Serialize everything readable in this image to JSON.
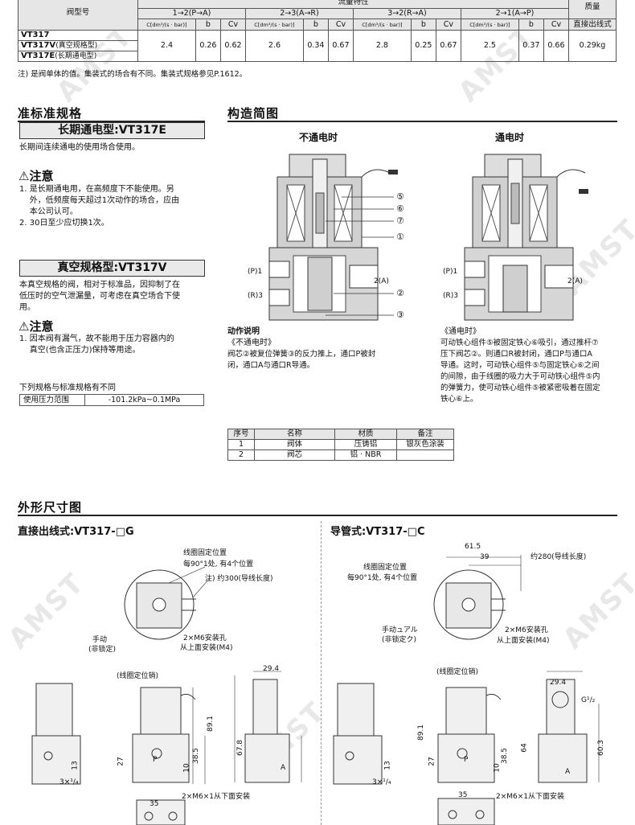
{
  "spec_table": {
    "model_header": "阀型号",
    "flow_header": "流量特性",
    "mass_header": "质量",
    "direction_groups": [
      "1→2(P→A)",
      "2→3(A→R)",
      "3→2(R→A)",
      "2→1(A→P)"
    ],
    "sub_headers": [
      "C[dm³/(s · bar)]",
      "b",
      "Cv"
    ],
    "mass_sub_header": "直接出线式",
    "models": [
      {
        "name": "VT317",
        "note": ""
      },
      {
        "name": "VT317V",
        "note": "(真空规格型)"
      },
      {
        "name": "VT317E",
        "note": "(长期通电型)"
      }
    ],
    "values": [
      "2.4",
      "0.26",
      "0.62",
      "2.6",
      "0.34",
      "0.67",
      "2.8",
      "0.25",
      "0.67",
      "2.5",
      "0.37",
      "0.66"
    ],
    "mass": "0.29kg",
    "note": "注) 是阀单体的值。集装式的场合有不同。集装式规格参见P.1612。"
  },
  "standard_spec": {
    "title": "准标准规格",
    "e_type": {
      "title": "长期通电型:VT317E",
      "desc": "长期间连续通电的使用场合使用。",
      "caution_title": "注意",
      "cautions": [
        "1. 是长期通电用，在高频度下不能使用。另",
        "    外，低频度每天超过1次动作的场合，应由",
        "    本公司认可。",
        "2. 30日至少应切换1次。"
      ]
    },
    "v_type": {
      "title": "真空规格型:VT317V",
      "desc": [
        "本真空规格的阀，相对于标准品，因抑制了在",
        "低压时的空气泄漏量，可考虑在真空场合下使",
        "用。"
      ],
      "caution_title": "注意",
      "cautions": [
        "1. 因本阀有漏气，故不能用于压力容器内的",
        "    真空(也含正压力)保持等用途。"
      ]
    },
    "pressure_note": "下列规格与标准规格有不同",
    "pressure_label": "使用压力范围",
    "pressure_value": "-101.2kPa~0.1MPa"
  },
  "construction": {
    "title": "构造简图",
    "left_title": "不通电时",
    "right_title": "通电时",
    "callouts": [
      "⑤",
      "⑥",
      "⑦",
      "①",
      "②",
      "③"
    ],
    "port_labels": [
      "(P)1",
      "(R)3",
      "2(A)"
    ],
    "action_title": "动作说明",
    "off_title": "《不通电时》",
    "off_text": [
      "阀芯②被复位弹簧③的反力推上，通口P被封",
      "闭，通口A与通口R导通。"
    ],
    "on_title": "《通电时》",
    "on_text": [
      "可动铁心组件⑤被固定铁心⑥吸引，通过推杆⑦",
      "压下阀芯②。则通口R被封闭，通口P与通口A",
      "导通。这时，可动铁心组件⑤与固定铁心⑥之间",
      "的间隙，由于线圈的吸力大于可动铁心组件⑤内",
      "的弹簧力，使可动铁心组件⑤被紧密吸着在固定",
      "铁心⑥上。"
    ]
  },
  "materials": {
    "headers": [
      "序号",
      "名称",
      "材质",
      "备注"
    ],
    "rows": [
      [
        "1",
        "阀体",
        "压铸铝",
        "银灰色涂装"
      ],
      [
        "2",
        "阀芯",
        "铝 · NBR",
        ""
      ]
    ]
  },
  "dimensions": {
    "title": "外形尺寸图",
    "left": {
      "title": "直接出线式:VT317-□G",
      "labels": [
        "线圈固定位置",
        "每90°1处, 有4个位置",
        "注) 约300(导线长度)",
        "手动",
        "(非锁定)",
        "2×M6安装孔",
        "从上面安装(M4)",
        "(线圈定位销)",
        "2×M6×1从下面安装",
        "3×¹/₄"
      ],
      "dims": [
        "29.4",
        "89.1",
        "67.8",
        "38.5",
        "27",
        "13",
        "10",
        "35"
      ],
      "ports": [
        "P",
        "A"
      ]
    },
    "right": {
      "title": "导管式:VT317-□C",
      "labels": [
        "线圈固定位置",
        "每90°1处, 有4个位置",
        "约280(导线长度)",
        "手动ュアル",
        "(非锁定ク)",
        "2×M6安装孔",
        "从上面安装(M4)",
        "(线圈定位销)",
        "2×M6×1从下面安装",
        "3×¹/₄",
        "G¹/₂"
      ],
      "dims": [
        "61.5",
        "39",
        "29.4",
        "89.1",
        "64",
        "38.5",
        "27",
        "60.3",
        "13",
        "10",
        "35"
      ],
      "ports": [
        "P",
        "A"
      ]
    }
  }
}
